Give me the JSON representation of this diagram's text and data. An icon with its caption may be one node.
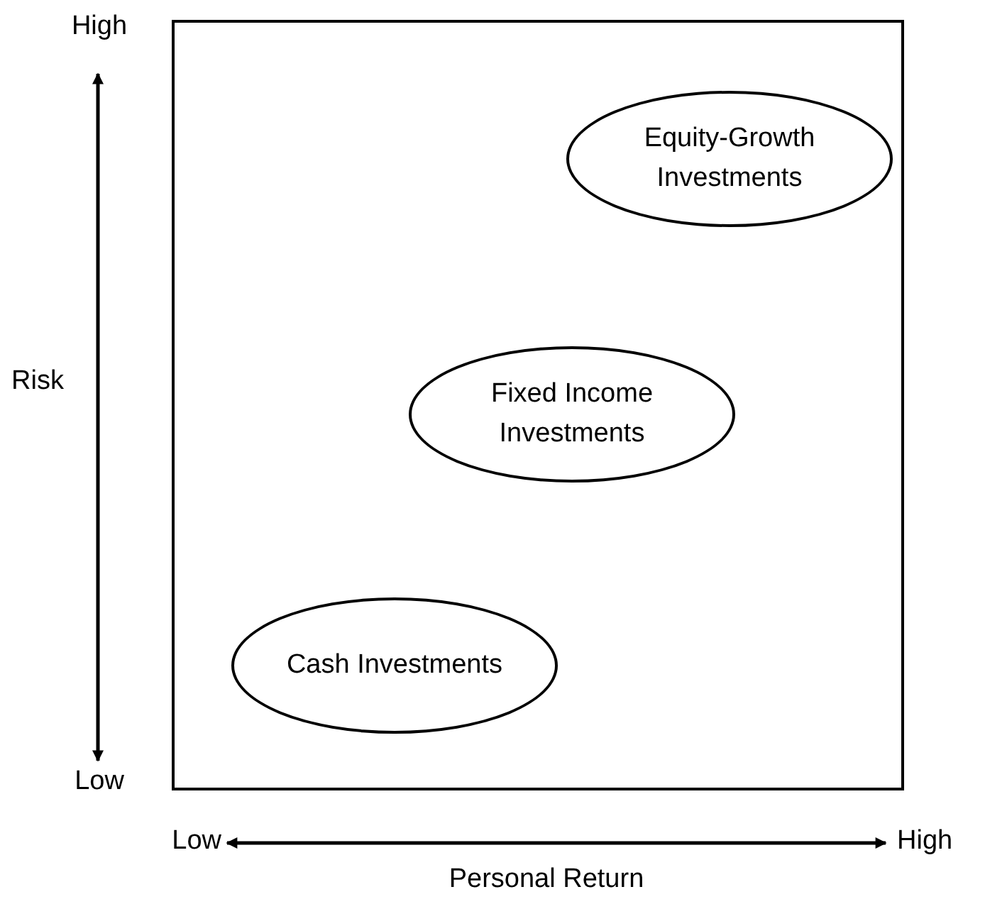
{
  "diagram": {
    "nodes": [
      {
        "text": [],
        "shape": "box"
      },
      {
        "text": [
          "Equity-Growth Investments"
        ],
        "in": 0
      },
      {
        "text": [
          "Fixed Income Investments"
        ],
        "in": 0
      },
      {
        "text": [
          "Cash Investments"
        ],
        "in": 0
      }
    ],
    "edges": [],
    "labels": [
      "High",
      "Risk",
      "Low",
      "Low",
      "High",
      "Personal Return"
    ]
  }
}
